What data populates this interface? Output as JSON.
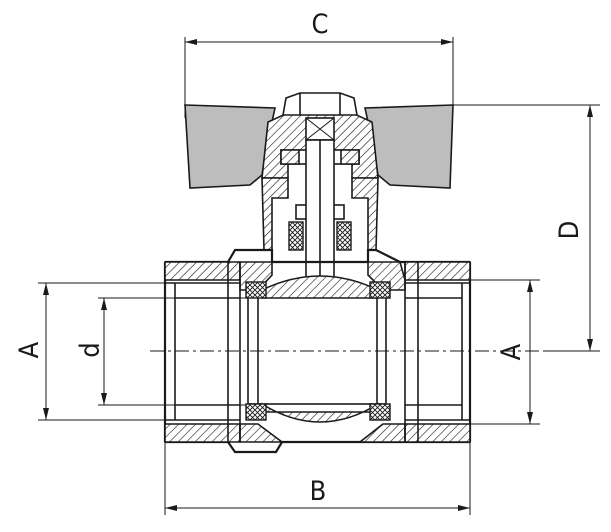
{
  "labels": {
    "C": "C",
    "D": "D",
    "B": "B",
    "A_left": "A",
    "d": "d",
    "A_right": "A"
  }
}
